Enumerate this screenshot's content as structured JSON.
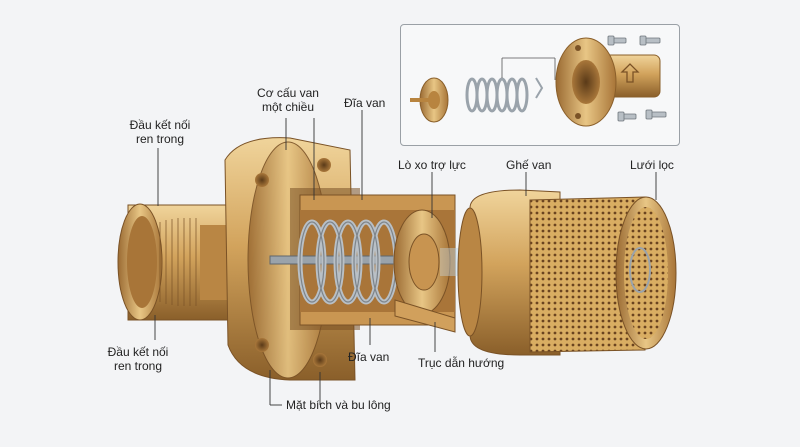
{
  "labels": {
    "female_thread_left_top": [
      "Đầu kết nối",
      "ren trong"
    ],
    "check_mechanism": [
      "Cơ cấu van",
      "một chiều"
    ],
    "valve_disc_top": "Đĩa van",
    "assist_spring": "Lò xo trợ lực",
    "valve_seat": "Ghế van",
    "strainer": "Lưới lọc",
    "female_thread_left_bottom": [
      "Đầu kết nối",
      "ren trong"
    ],
    "valve_disc_bottom": "Đĩa van",
    "guide_shaft": "Trục dẫn hướng",
    "flange_and_bolts": "Mặt bích và bu lông"
  },
  "colors": {
    "brass_light": "#e9c98a",
    "brass_mid": "#c9974f",
    "brass_dark": "#8a5f2a",
    "spring_steel": "#9aa3ab",
    "flow_arrow": "#9cc3dd",
    "leader_line": "#333333"
  }
}
